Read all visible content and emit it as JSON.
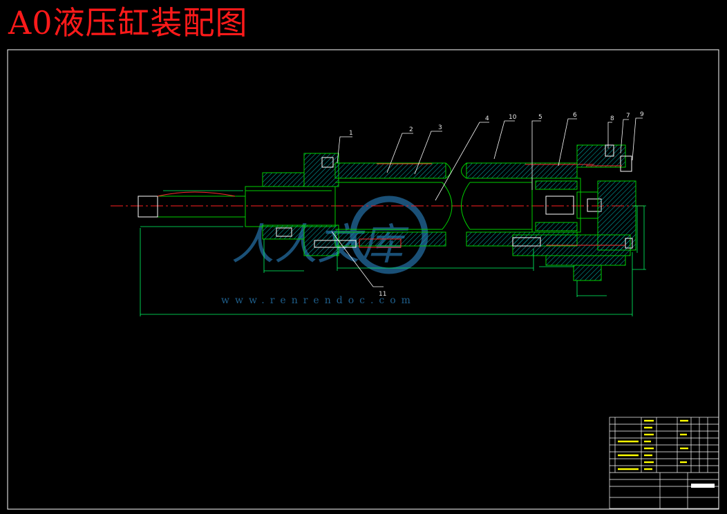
{
  "title": "A0液压缸装配图",
  "callouts": [
    "1",
    "2",
    "3",
    "4",
    "10",
    "5",
    "6",
    "8",
    "7",
    "9",
    "11"
  ],
  "watermark": {
    "logo_text": "人人文库",
    "url": "www.renrendoc.com"
  },
  "colors": {
    "title": "#ff1a1a",
    "outline": "#00d000",
    "hatch": "#00a0a0",
    "center": "#ff2020",
    "dimension": "#00ff66",
    "leader": "#ffffff",
    "titleblock": "#ffffff",
    "titleblock_text": "#ffff00",
    "watermark": "#1f5f8c"
  }
}
